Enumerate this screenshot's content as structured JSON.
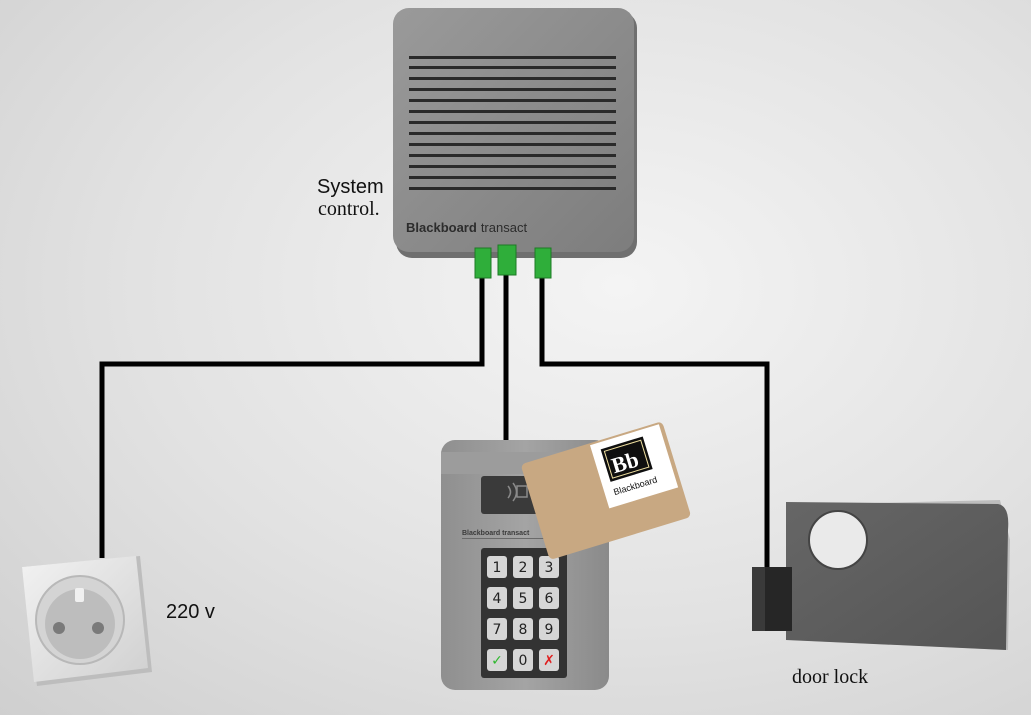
{
  "labels": {
    "system_line1": "System",
    "system_line2": "control.",
    "socket": "220 v",
    "door_lock": "door lock"
  },
  "controller": {
    "brand_bold": "Blackboard",
    "brand_light": "transact"
  },
  "reader": {
    "brand": "Blackboard transact",
    "keys": [
      "1",
      "2",
      "3",
      "4",
      "5",
      "6",
      "7",
      "8",
      "9",
      "✓",
      "0",
      "✗"
    ]
  },
  "card": {
    "logo": "Bb",
    "name": "Blackboard"
  },
  "colors": {
    "connector_green": "#2fae3a",
    "wire": "#000000",
    "check": "#2eb82e",
    "cross": "#e02020",
    "card": "#c8a882"
  }
}
